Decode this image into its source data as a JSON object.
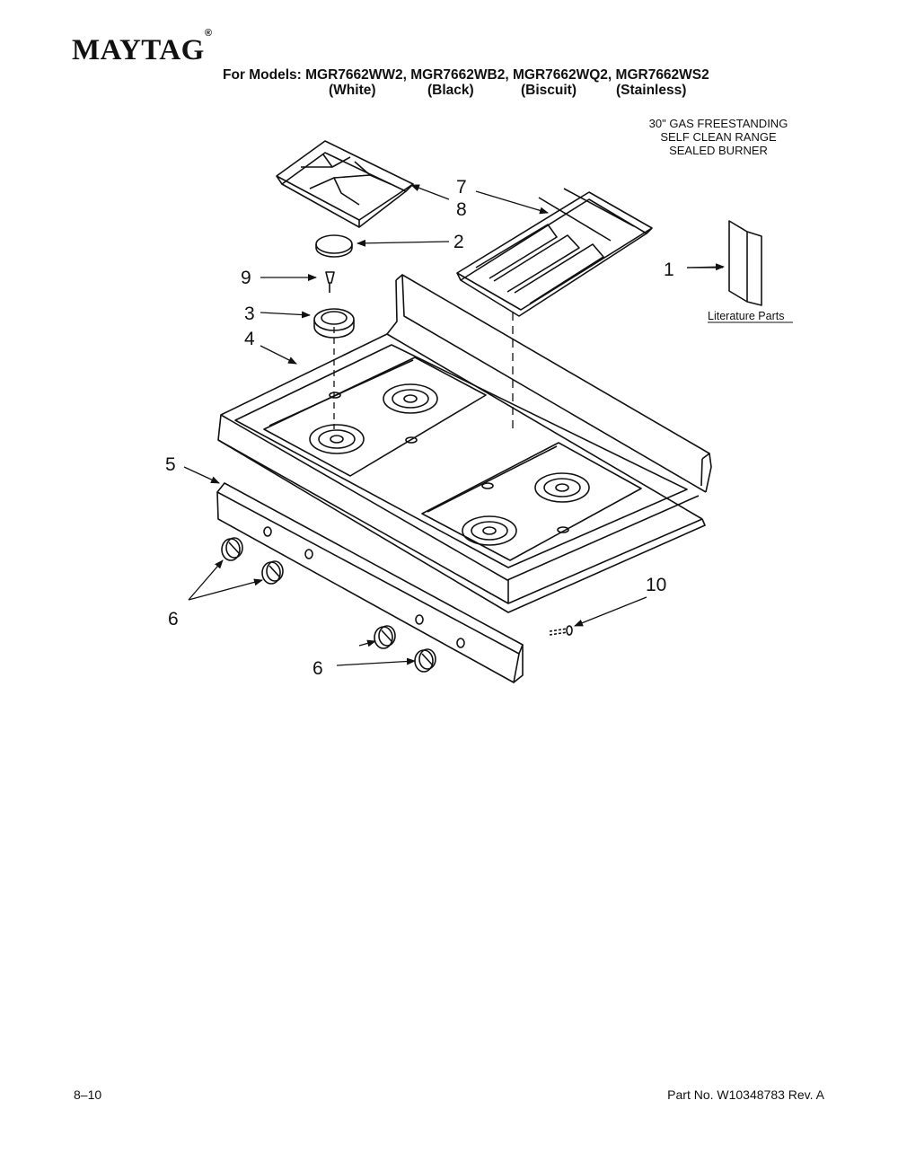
{
  "header": {
    "brand": "MAYTAG",
    "brand_mark": "®",
    "models_line": "For Models: MGR7662WW2, MGR7662WB2, MGR7662WQ2, MGR7662WS2",
    "colors": [
      "(White)",
      "(Black)",
      "(Biscuit)",
      "(Stainless)"
    ],
    "subtitle": [
      "30\" GAS FREESTANDING",
      "SELF CLEAN RANGE",
      "SEALED BURNER"
    ]
  },
  "diagram": {
    "callouts": [
      "1",
      "2",
      "3",
      "4",
      "5",
      "6",
      "6",
      "7",
      "8",
      "9",
      "10"
    ],
    "literature_label": "Literature Parts",
    "parts": [
      "literature-parts",
      "burner-cap",
      "burner-base",
      "cooktop",
      "control-panel",
      "control-knob",
      "grate",
      "grate-foot",
      "spark-electrode",
      "control-panel-screw"
    ]
  },
  "footer": {
    "left": "8–10",
    "right": "Part No. W10348783 Rev. A"
  }
}
